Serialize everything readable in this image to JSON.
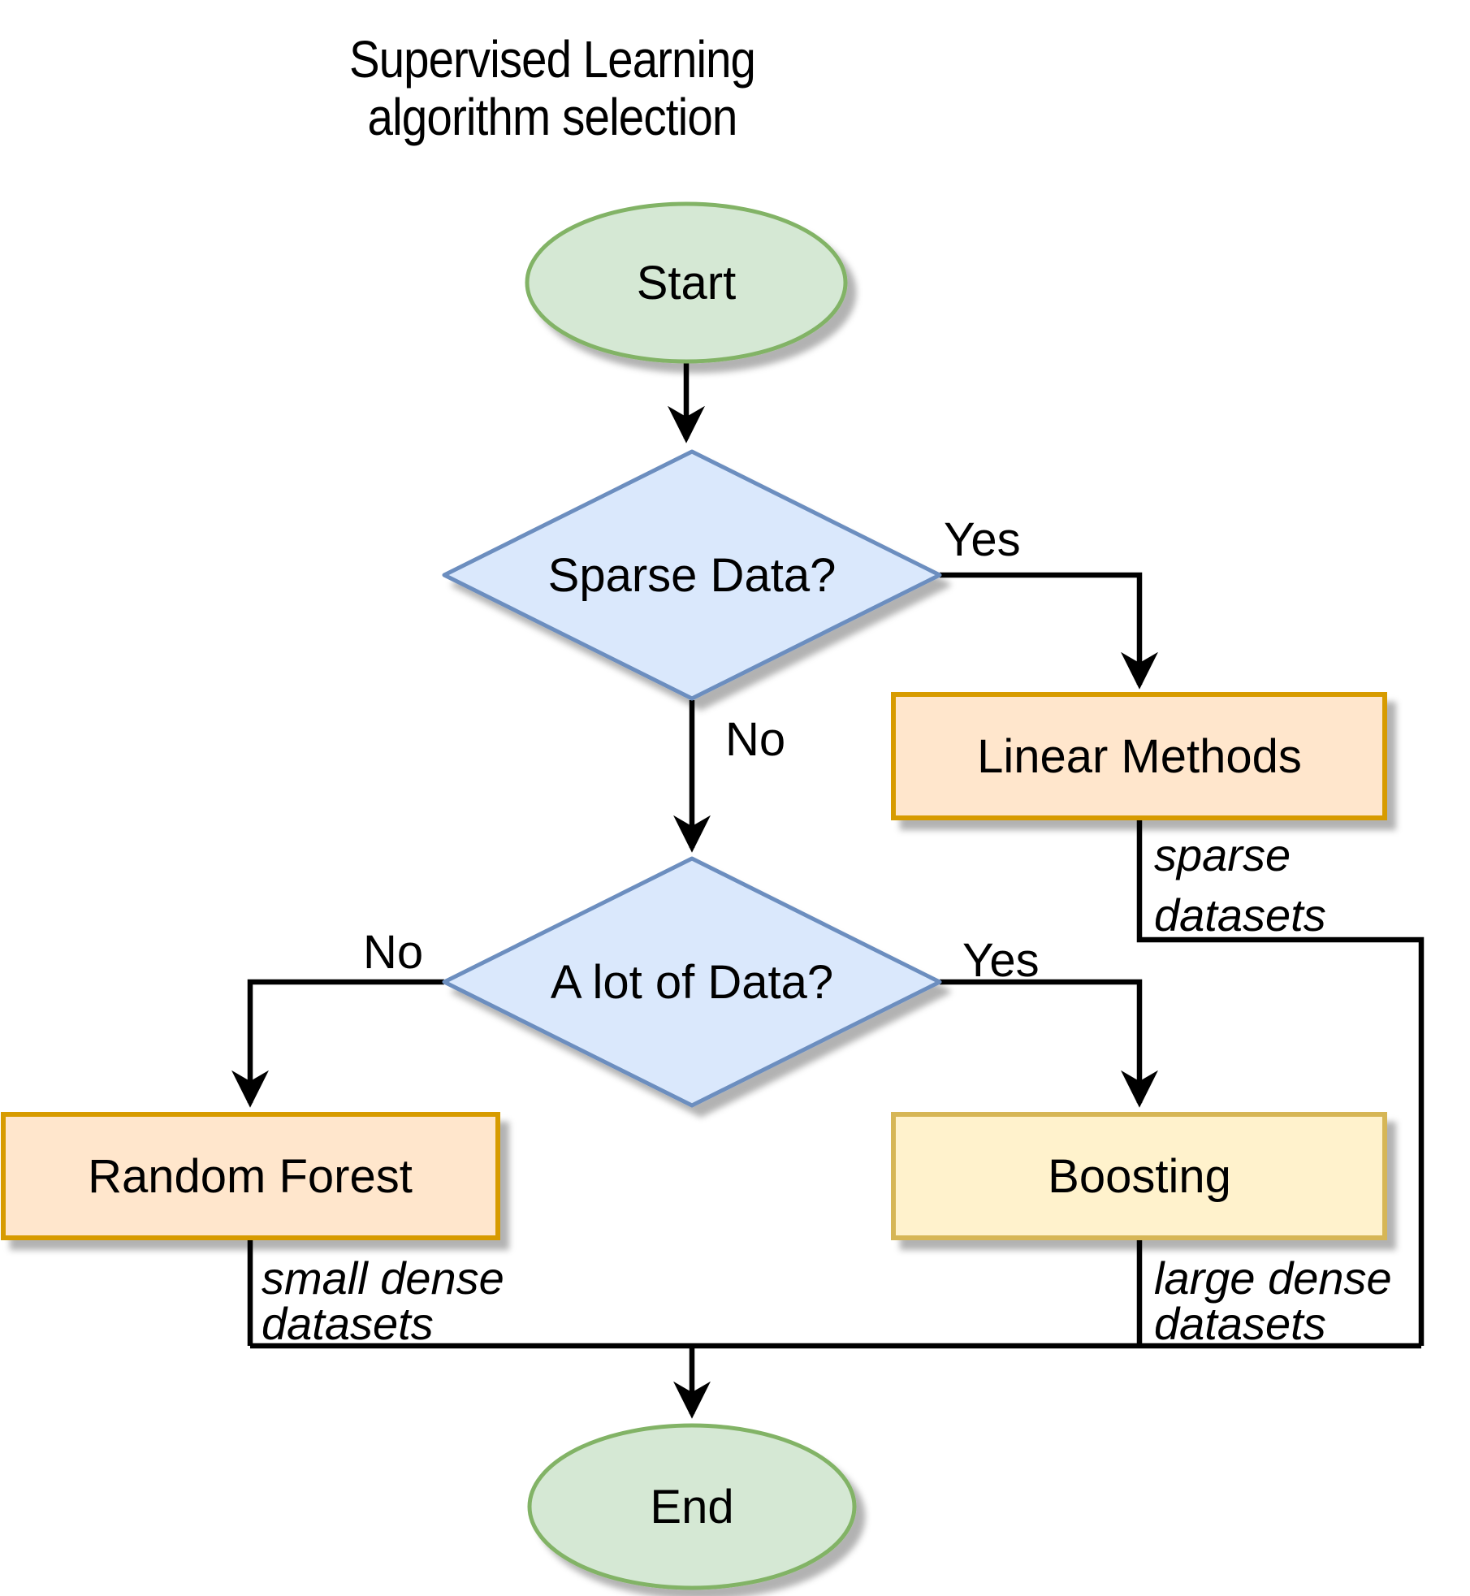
{
  "title": {
    "line1": "Supervised Learning",
    "line2": "algorithm selection"
  },
  "nodes": {
    "start": {
      "label": "Start",
      "type": "terminator"
    },
    "sparse": {
      "label": "Sparse Data?",
      "type": "decision"
    },
    "linear_methods": {
      "label": "Linear Methods",
      "type": "process"
    },
    "a_lot": {
      "label": "A lot of Data?",
      "type": "decision"
    },
    "random_forest": {
      "label": "Random Forest",
      "type": "process"
    },
    "boosting": {
      "label": "Boosting",
      "type": "process"
    },
    "end": {
      "label": "End",
      "type": "terminator"
    }
  },
  "edge_labels": {
    "sparse_yes": "Yes",
    "sparse_no": "No",
    "alot_yes": "Yes",
    "alot_no": "No"
  },
  "annotations": {
    "sparse_datasets": {
      "lines": [
        "sparse",
        "datasets"
      ]
    },
    "small_dense": {
      "lines": [
        "small dense",
        "datasets"
      ]
    },
    "large_dense": {
      "lines": [
        "large dense",
        "datasets"
      ]
    }
  },
  "palette": {
    "background": "#ffffff",
    "text_color": "#000000",
    "edge_color": "#000000",
    "terminator_fill": "#d5e8d4",
    "terminator_stroke": "#82b366",
    "decision_fill": "#dae8fc",
    "decision_stroke": "#6c8ebf",
    "process_orange_fill": "#ffe6cc",
    "process_orange_stroke": "#d79b00",
    "process_yellow_fill": "#fff2cc",
    "process_yellow_stroke": "#d6b656"
  }
}
